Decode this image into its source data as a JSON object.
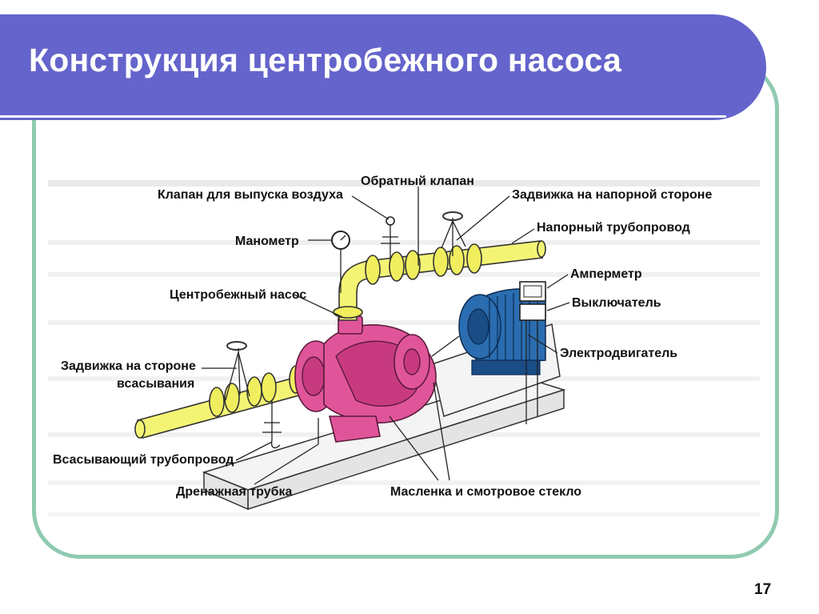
{
  "slide": {
    "title": "Конструкция центробежного насоса",
    "number": "17"
  },
  "diagram": {
    "labels": {
      "air_valve": "Клапан для выпуска воздуха",
      "check_valve": "Обратный клапан",
      "discharge_gate": "Задвижка на напорной стороне",
      "discharge_pipe": "Напорный трубопровод",
      "manometer": "Манометр",
      "ammeter": "Амперметр",
      "pump": "Центробежный насос",
      "switch": "Выключатель",
      "motor": "Электродвигатель",
      "suction_gate_line1": "Задвижка на стороне",
      "suction_gate_line2": "всасывания",
      "suction_pipe": "Всасывающий трубопровод",
      "drain": "Дренажная трубка",
      "oiler": "Масленка и смотровое стекло"
    },
    "colors": {
      "pipe": "#f4f474",
      "pump": "#e0559a",
      "motor": "#2a6db0",
      "banner": "#6464cc",
      "frame": "#8fcab0"
    }
  }
}
